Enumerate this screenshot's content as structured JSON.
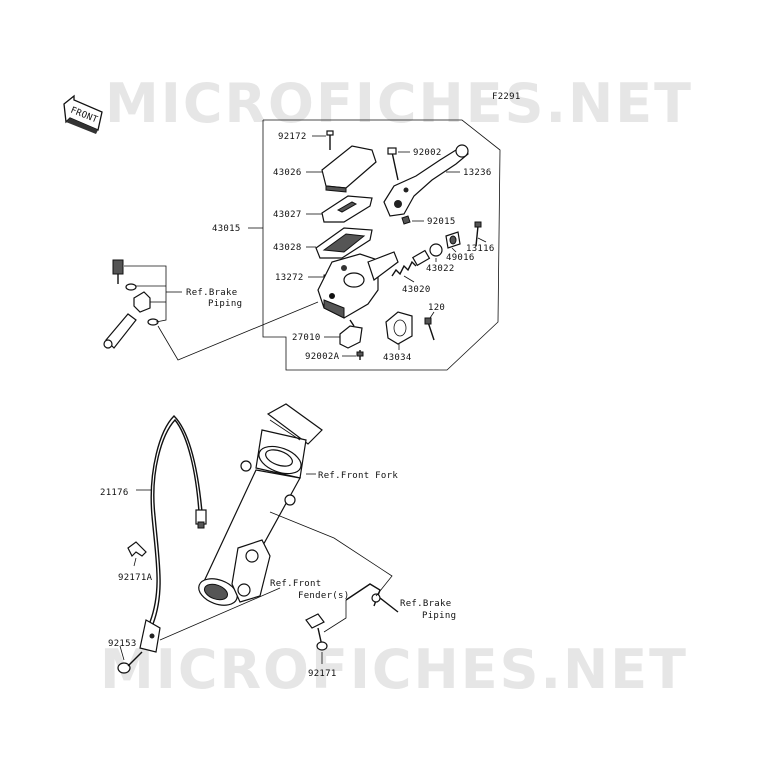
{
  "watermark": "MICROFICHES.NET",
  "diagram_code": "F2291",
  "front_badge": "FRONT",
  "labels": {
    "p92172": "92172",
    "p43026": "43026",
    "p43027": "43027",
    "p43015": "43015",
    "p43028": "43028",
    "p13272": "13272",
    "p27010": "27010",
    "p92002A": "92002A",
    "p43034": "43034",
    "p120": "120",
    "p43020": "43020",
    "p43022": "43022",
    "p49016": "49016",
    "p13116": "13116",
    "p92015": "92015",
    "p92002": "92002",
    "p13236": "13236",
    "ref_brake_piping_1a": "Ref.Brake",
    "ref_brake_piping_1b": "Piping",
    "p21176": "21176",
    "ref_front_fork": "Ref.Front Fork",
    "p92171A": "92171A",
    "p92153": "92153",
    "ref_front_fender_a": "Ref.Front",
    "ref_front_fender_b": "Fender(s)",
    "ref_brake_piping_2a": "Ref.Brake",
    "ref_brake_piping_2b": "Piping",
    "p92171": "92171"
  }
}
